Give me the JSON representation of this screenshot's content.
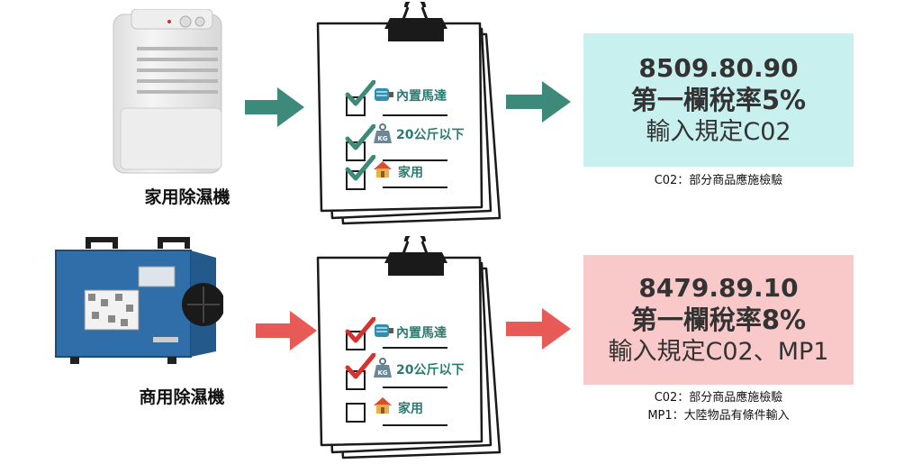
{
  "rows": [
    {
      "product_label": "家用除濕機",
      "checklist": [
        {
          "icon": "motor-icon",
          "text": "內置馬達",
          "checked": true
        },
        {
          "icon": "kg-weight-icon",
          "text": "20公斤以下",
          "checked": true
        },
        {
          "icon": "house-icon",
          "text": "家用",
          "checked": true
        }
      ],
      "result": {
        "code": "8509.80.90",
        "rate": "第一欄稅率5%",
        "rule": "輸入規定C02"
      },
      "notes": [
        "C02：部分商品應施檢驗"
      ],
      "colors": {
        "arrow": "#3d8a7b",
        "check": "#3d8a7b",
        "box": "#c8f0ef"
      }
    },
    {
      "product_label": "商用除濕機",
      "checklist": [
        {
          "icon": "motor-icon",
          "text": "內置馬達",
          "checked": true
        },
        {
          "icon": "kg-weight-icon",
          "text": "20公斤以下",
          "checked": true
        },
        {
          "icon": "house-icon",
          "text": "家用",
          "checked": false
        }
      ],
      "result": {
        "code": "8479.89.10",
        "rate": "第一欄稅率8%",
        "rule": "輸入規定C02、MP1"
      },
      "notes": [
        "C02：部分商品應施檢驗",
        "MP1：大陸物品有條件輸入"
      ],
      "colors": {
        "arrow": "#e85a55",
        "check": "#d6322f",
        "box": "#f9c8c9"
      }
    }
  ]
}
